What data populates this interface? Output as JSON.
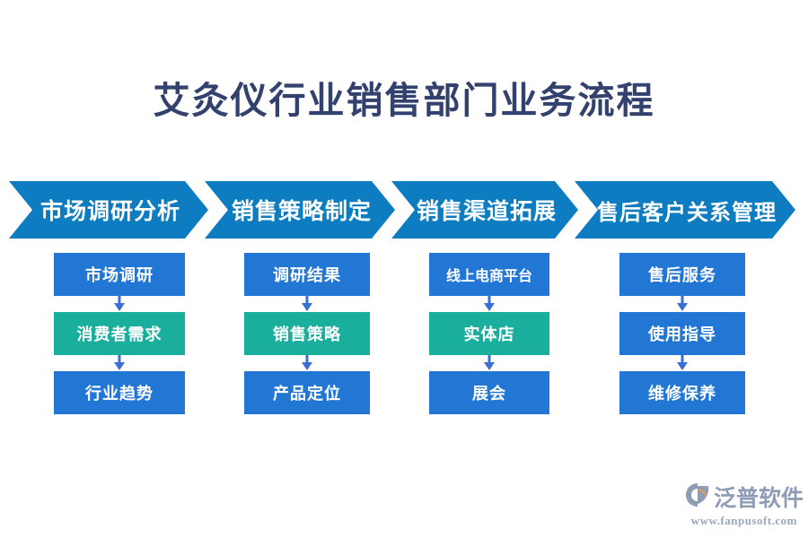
{
  "title": "艾灸仪行业销售部门业务流程",
  "colors": {
    "background": "#ffffff",
    "title": "#33416e",
    "chevron": "#0d7cc0",
    "node_blue": "#2277d4",
    "node_teal": "#1aaf9c",
    "arrow": "#3b6fd4",
    "logo_text": "#8f9cb5",
    "logo_accent": "#e09a62"
  },
  "chart_data": {
    "type": "diagram",
    "subtype": "process-flow",
    "title": "艾灸仪行业销售部门业务流程",
    "stages": [
      {
        "label": "市场调研分析",
        "steps": [
          {
            "label": "市场调研",
            "color": "blue"
          },
          {
            "label": "消费者需求",
            "color": "teal"
          },
          {
            "label": "行业趋势",
            "color": "blue"
          }
        ]
      },
      {
        "label": "销售策略制定",
        "steps": [
          {
            "label": "调研结果",
            "color": "blue"
          },
          {
            "label": "销售策略",
            "color": "teal"
          },
          {
            "label": "产品定位",
            "color": "blue"
          }
        ]
      },
      {
        "label": "销售渠道拓展",
        "steps": [
          {
            "label": "线上电商平台",
            "color": "blue"
          },
          {
            "label": "实体店",
            "color": "teal"
          },
          {
            "label": "展会",
            "color": "blue"
          }
        ]
      },
      {
        "label": "售后客户关系管理",
        "steps": [
          {
            "label": "售后服务",
            "color": "blue"
          },
          {
            "label": "使用指导",
            "color": "blue"
          },
          {
            "label": "维修保养",
            "color": "blue"
          }
        ]
      }
    ]
  },
  "logo": {
    "name": "泛普软件",
    "url": "www.fanpusoft.com"
  }
}
